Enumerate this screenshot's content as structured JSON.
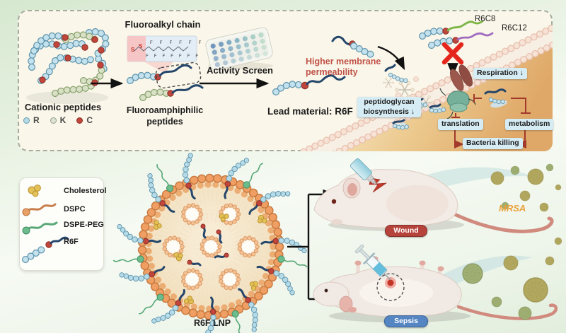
{
  "top": {
    "cationic_label": "Cationic peptides",
    "residues": [
      {
        "letter": "R",
        "color": "#b5dbe8"
      },
      {
        "letter": "K",
        "color": "#dde2d2"
      },
      {
        "letter": "C",
        "color": "#c0463c"
      }
    ],
    "fluoroalkyl_title": "Fluoroalkyl chain",
    "inset": {
      "s1": "S",
      "s2": "S",
      "f_top": "F F F F F F",
      "f_bottom": "F F F F F F F"
    },
    "fluoroamphiphilic": {
      "line1": "Fluoroamphiphilic",
      "line2": "peptides"
    },
    "activity_screen": "Activity Screen",
    "lead_material": "Lead material: R6F",
    "higher_membrane": {
      "line1": "Higher membrane",
      "line2": "permeability"
    },
    "r6c8_label": "R6C8",
    "r6c12_label": "R6C12",
    "boxes": {
      "peptidoglycan1": "peptidoglycan",
      "peptidoglycan2": "biosynthesis ↓",
      "respiration": "Respiration ↓",
      "translation": "translation",
      "metabolism": "metabolism",
      "bacteria_killing": "Bacteria killing"
    }
  },
  "bottom": {
    "legend": [
      {
        "label": "Cholesterol"
      },
      {
        "label": "DSPC"
      },
      {
        "label": "DSPE-PEG"
      },
      {
        "label": "R6F"
      }
    ],
    "lnp_label": "R6F LNP",
    "wound_label": "Wound",
    "sepsis_label": "Sepsis",
    "mrsa_label": "MRSA"
  },
  "colors": {
    "panel_bg": "#faf6e9",
    "highlight_red_text": "#c05248",
    "info_box_bg": "#d6ecf4",
    "inhibition_red": "#a23a2c",
    "wound_badge": "#b5433c",
    "sepsis_badge": "#5585c2",
    "mrsa_text": "#e9a23b",
    "residue_R": "#b5dbe8",
    "residue_K": "#dde2d2",
    "residue_C": "#c0463c",
    "fluoro_tail_navy": "#24466b",
    "r6c8_tail_green": "#7cb546",
    "r6c12_tail_purple": "#a06cc0",
    "lnp_lipid_orange": "#ef9f63",
    "dspe_peg_green": "#6dbd8c",
    "cholesterol_yellow": "#e3c157"
  }
}
